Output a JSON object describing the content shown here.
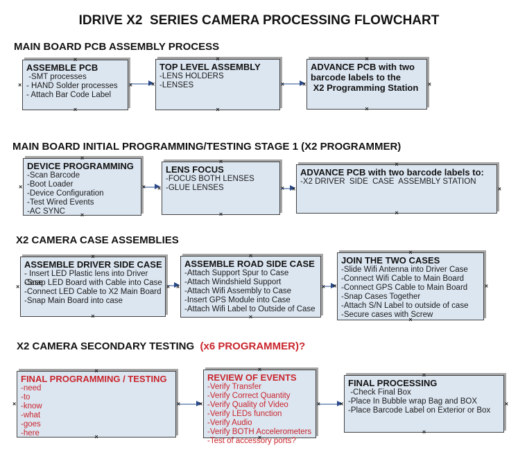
{
  "title": "IDRIVE X2  SERIES CAMERA PROCESSING FLOWCHART",
  "colors": {
    "red": "#c9242b",
    "box_fill": "#dce6f1",
    "box_border": "#404040",
    "box_shadow": "#a6a6a6",
    "arrow_line": "#8ea4c7",
    "arrow_head": "#2a4a8b"
  },
  "icons": {
    "connection_marker": "×"
  },
  "sections": [
    {
      "heading": "MAIN BOARD PCB ASSEMBLY PROCESS"
    },
    {
      "heading": "MAIN BOARD INITIAL PROGRAMMING/TESTING STAGE 1 (X2 PROGRAMMER)"
    },
    {
      "heading": "X2 CAMERA CASE ASSEMBLIES"
    },
    {
      "heading": "X2 CAMERA SECONDARY TESTING",
      "heading_suffix": "  (x6 PROGRAMMER)?"
    }
  ],
  "boxes": {
    "a1": {
      "title": "ASSEMBLE PCB",
      "items": [
        " -SMT processes",
        "- HAND Solder processes",
        "- Attach Bar Code Label"
      ]
    },
    "b1": {
      "title": "TOP LEVEL ASSEMBLY",
      "items": [
        "-LENS HOLDERS",
        "-LENSES"
      ]
    },
    "c1": {
      "title": "ADVANCE PCB with two\nbarcode labels to the\n X2 Programming Station",
      "items": []
    },
    "a2": {
      "title": "DEVICE PROGRAMMING",
      "items": [
        "-Scan Barcode",
        "-Boot Loader",
        "-Device Configuration",
        "-Test Wired Events",
        "-AC SYNC"
      ]
    },
    "b2": {
      "title": "LENS FOCUS",
      "items": [
        "-FOCUS BOTH LENSES",
        "-GLUE LENSES"
      ]
    },
    "c2": {
      "title": "ADVANCE PCB with two barcode labels to:",
      "items": [
        "-X2 DRIVER  SIDE  CASE  ASSEMBLY STATION"
      ]
    },
    "a3": {
      "title": "ASSEMBLE DRIVER SIDE CASE",
      "items": [
        "- Insert LED Plastic lens into Driver Case",
        "-Snap LED Board with Cable into Case",
        "-Connect LED Cable to X2 Main Board",
        "-Snap Main Board into case"
      ]
    },
    "b3": {
      "title": "ASSEMBLE ROAD SIDE CASE",
      "items": [
        "-Attach Support Spur to Case",
        "-Attach Windshield Support",
        "-Attach Wifi Assembly to Case",
        "-Insert GPS Module into Case",
        "-Attach Wifi Label to Outside of Case"
      ]
    },
    "c3": {
      "title": "JOIN THE TWO CASES",
      "items": [
        "-Slide Wifi Antenna into Driver Case",
        "-Connect Wifi Cable to Main Board",
        "-Connect GPS Cable to Main Board",
        "-Snap Cases Together",
        "-Attach S/N Label to outside of case",
        "-Secure cases with Screw"
      ]
    },
    "a4": {
      "title": "FINAL PROGRAMMING / TESTING",
      "items": [
        "-need",
        "-to",
        "-know",
        "-what",
        "-goes",
        "-here"
      ]
    },
    "b4": {
      "title": "REVIEW OF EVENTS",
      "items": [
        "-Verify Transfer",
        "-Verify Correct Quantity",
        "-Verify Quality of Video",
        "-Verify LEDs function",
        "-Verify Audio",
        "-Verify BOTH Accelerometers",
        "-Test of accessory ports?"
      ]
    },
    "c4": {
      "title": "FINAL PROCESSING",
      "items": [
        " -Check Final Box",
        "-Place In Bubble wrap Bag and BOX",
        "-Place Barcode Label on Exterior or Box"
      ]
    }
  }
}
